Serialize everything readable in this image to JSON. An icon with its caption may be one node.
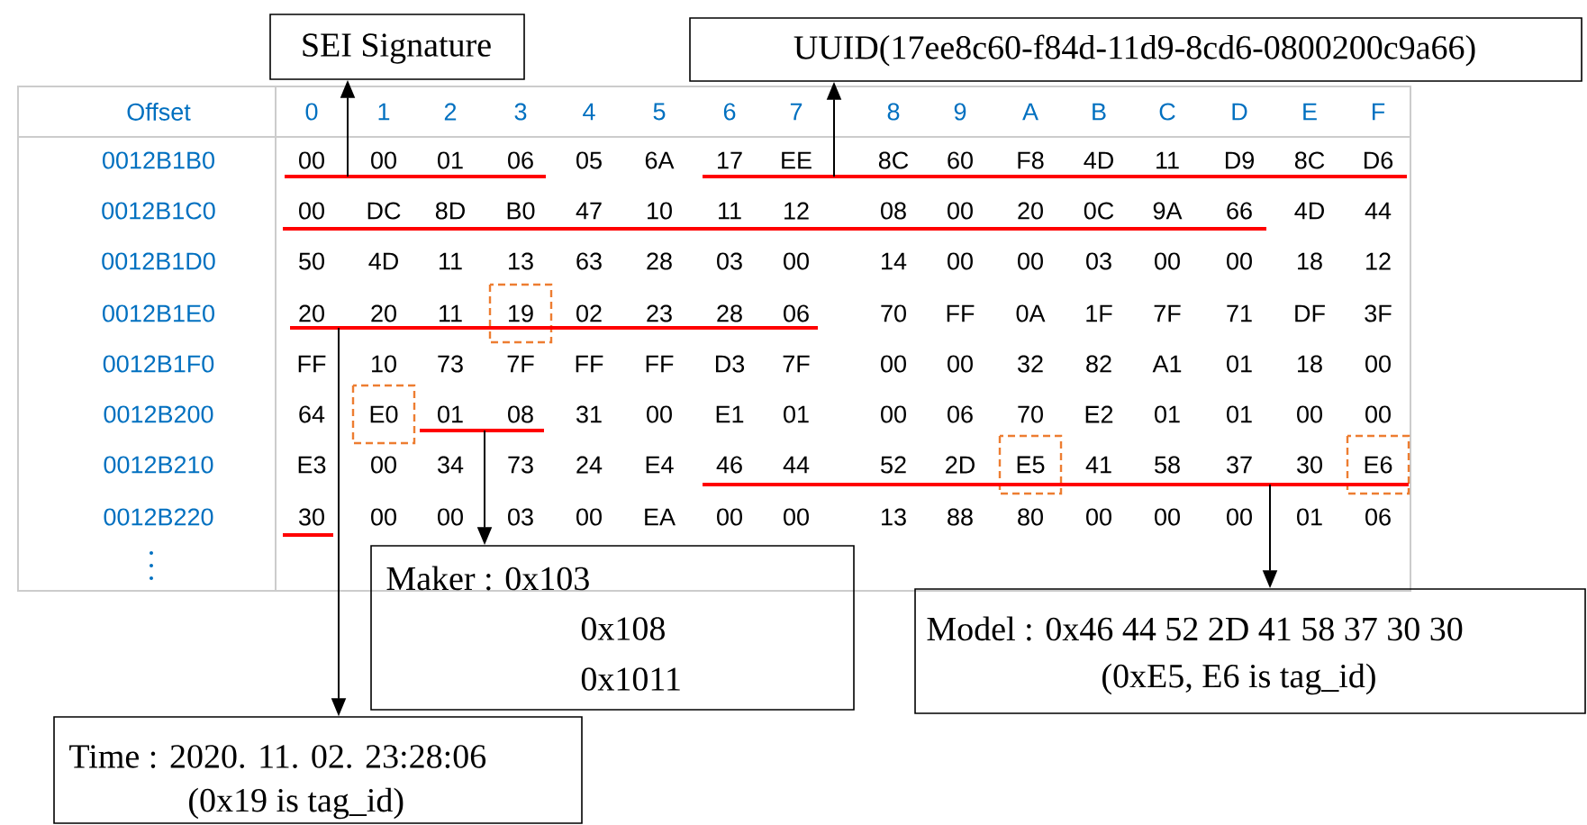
{
  "diagram": {
    "nodes": [
      {
        "text": [
          "SEI Signature"
        ]
      },
      {
        "text": [
          "UUID(17ee8c60-f84d-11d9-8cd6-0800200c9a66)"
        ]
      },
      {
        "text": [
          "Maker : 0x103",
          "0x108",
          "0x1011"
        ]
      },
      {
        "text": [
          "Model : 0x46 44 52 2D 41 58 37 30 30",
          "(0xE5, E6 is tag_id)"
        ]
      },
      {
        "text": [
          "Time : 2020. 11. 02. 23:28:06",
          "(0x19 is tag_id)"
        ]
      },
      {
        "text": [],
        "shape": "bar"
      },
      {
        "text": [],
        "shape": "bar"
      },
      {
        "text": [],
        "shape": "bar"
      },
      {
        "text": [],
        "shape": "bar"
      },
      {
        "text": [],
        "shape": "bar"
      },
      {
        "text": [],
        "shape": "bar"
      },
      {
        "text": [],
        "shape": "bar"
      }
    ],
    "edges": [
      {
        "from": 5,
        "to": 0,
        "arrow": "to"
      },
      {
        "from": 6,
        "to": 1,
        "arrow": "to"
      },
      {
        "from": 8,
        "to": 4,
        "arrow": "to"
      },
      {
        "from": 9,
        "to": 2,
        "arrow": "to"
      },
      {
        "from": 10,
        "to": 3,
        "arrow": "to"
      }
    ],
    "labels": [
      "Offset",
      "0",
      "1",
      "2",
      "3",
      "4",
      "5",
      "6",
      "7",
      "8",
      "9",
      "A",
      "B",
      "C",
      "D",
      "E",
      "F",
      "0012B1B0",
      "00",
      "00",
      "01",
      "06",
      "05",
      "6A",
      "17",
      "EE",
      "8C",
      "60",
      "F8",
      "4D",
      "11",
      "D9",
      "8C",
      "D6",
      "0012B1C0",
      "00",
      "DC",
      "8D",
      "B0",
      "47",
      "10",
      "11",
      "12",
      "08",
      "00",
      "20",
      "0C",
      "9A",
      "66",
      "4D",
      "44",
      "0012B1D0",
      "50",
      "4D",
      "11",
      "13",
      "63",
      "28",
      "03",
      "00",
      "14",
      "00",
      "00",
      "03",
      "00",
      "00",
      "18",
      "12",
      "0012B1E0",
      "20",
      "20",
      "11",
      "19",
      "02",
      "23",
      "28",
      "06",
      "70",
      "FF",
      "0A",
      "1F",
      "7F",
      "71",
      "DF",
      "3F",
      "0012B1F0",
      "FF",
      "10",
      "73",
      "7F",
      "FF",
      "FF",
      "D3",
      "7F",
      "00",
      "00",
      "32",
      "82",
      "A1",
      "01",
      "18",
      "00",
      "0012B200",
      "64",
      "E0",
      "01",
      "08",
      "31",
      "00",
      "E1",
      "01",
      "00",
      "06",
      "70",
      "E2",
      "01",
      "01",
      "00",
      "00",
      "0012B210",
      "E3",
      "00",
      "34",
      "73",
      "24",
      "E4",
      "46",
      "44",
      "52",
      "2D",
      "E5",
      "41",
      "58",
      "37",
      "30",
      "E6",
      "0012B220",
      "30",
      "00",
      "00",
      "03",
      "00",
      "EA",
      "00",
      "00",
      "13",
      "88",
      "80",
      "00",
      "00",
      "00",
      "01",
      "06"
    ]
  }
}
